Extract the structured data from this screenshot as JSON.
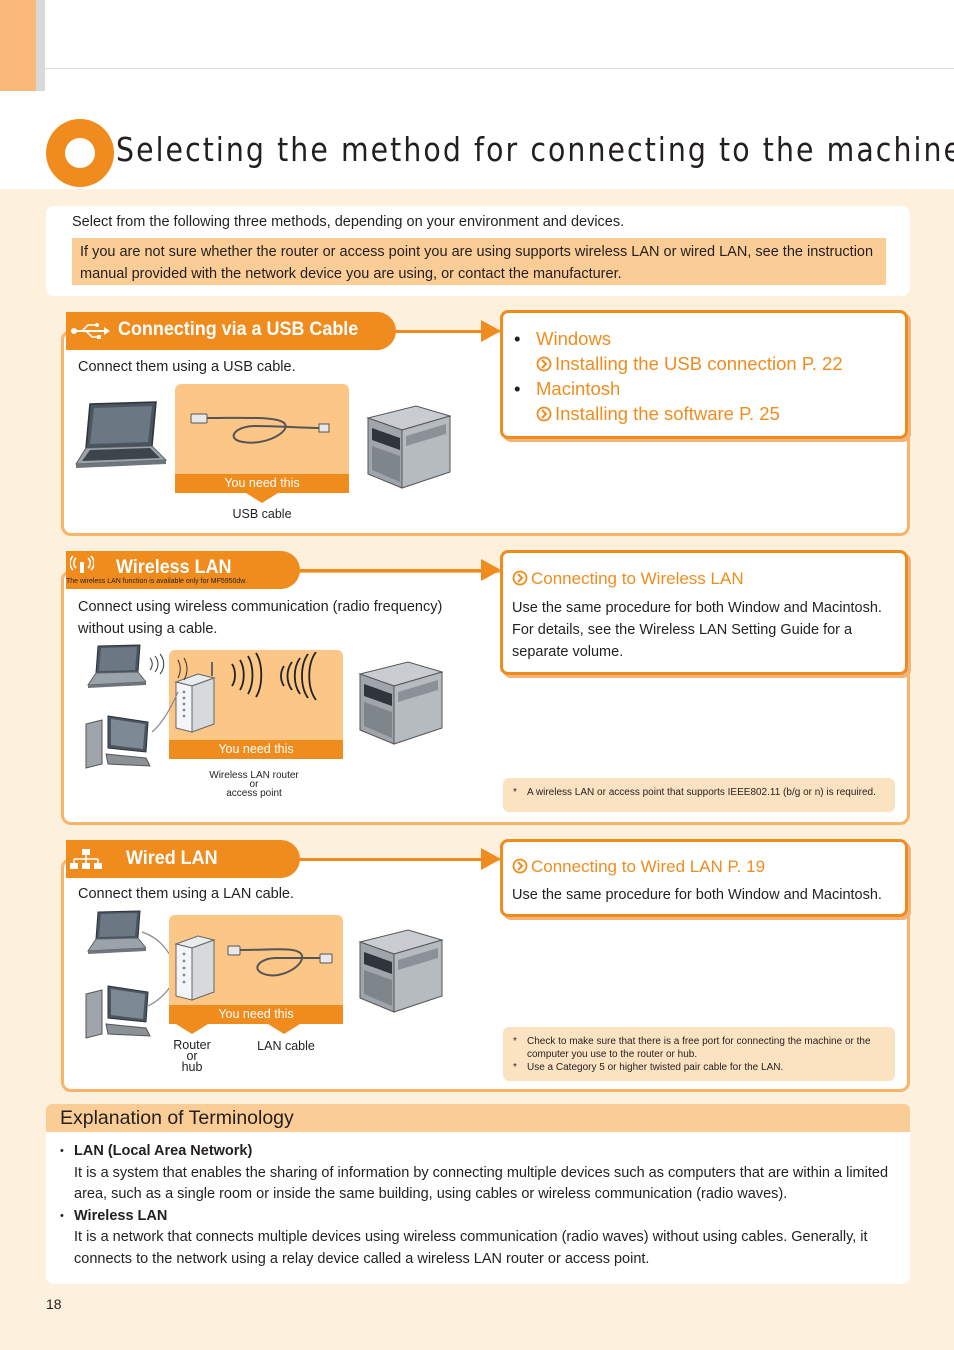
{
  "page_title": "Selecting the method for connecting to the machine",
  "intro": {
    "text": "Select from the following three methods, depending on your environment and devices.",
    "note": "If you are not sure whether the router or access point you are using supports wireless LAN or wired LAN, see the instruction manual provided with the network device you are using, or contact the manufacturer."
  },
  "usb": {
    "title": "Connecting via a USB Cable",
    "description": "Connect them using a USB cable.",
    "need_label": "You need this",
    "item_caption": "USB cable",
    "options": [
      {
        "os": "Windows",
        "link": "Installing the USB connection P. 22"
      },
      {
        "os": "Macintosh",
        "link": "Installing the software P. 25"
      }
    ]
  },
  "wireless": {
    "title": "Wireless LAN",
    "subtitle": "The wireless LAN function is available only for MF5950dw.",
    "description_line1": "Connect using wireless communication (radio frequency)",
    "description_line2": "without using a cable.",
    "need_label": "You need this",
    "caption_line1": "Wireless LAN router",
    "caption_line2": "or",
    "caption_line3": "access point",
    "info_link": "Connecting to Wireless LAN",
    "info_text": "Use the same procedure for both Window and Macintosh. For details, see the Wireless LAN Setting Guide for a separate volume.",
    "footnote": "A wireless LAN or access point that supports IEEE802.11 (b/g or n) is required."
  },
  "wired": {
    "title": "Wired LAN",
    "description": "Connect them using a LAN cable.",
    "need_label": "You need this",
    "caption_router_line1": "Router",
    "caption_router_line2": "or",
    "caption_router_line3": "hub",
    "caption_cable": "LAN cable",
    "info_link": "Connecting to Wired LAN P. 19",
    "info_text": "Use the same procedure for both Window and Macintosh.",
    "footnotes": [
      "Check to make sure that there is a free port for connecting the machine or the computer you use to the router or hub.",
      "Use a Category 5 or higher twisted pair cable for the LAN."
    ]
  },
  "terminology": {
    "header": "Explanation of Terminology",
    "items": [
      {
        "term": "LAN (Local Area Network)",
        "definition": "It is a system that enables the sharing of information by connecting multiple devices such as computers that are within a limited area, such as a single room or inside the same building, using cables or wireless communication (radio waves)."
      },
      {
        "term": "Wireless LAN",
        "definition": "It is a network that connects multiple devices using wireless communication (radio waves) without using cables. Generally, it connects to the network using a relay device called a wireless LAN router or access point."
      }
    ]
  },
  "symbols": {
    "bullet": "•",
    "footnote_star": "*"
  },
  "page_number": "18",
  "colors": {
    "accent": "#f08c1e",
    "light_accent": "#fbcd96",
    "background": "#fdf0dc"
  }
}
